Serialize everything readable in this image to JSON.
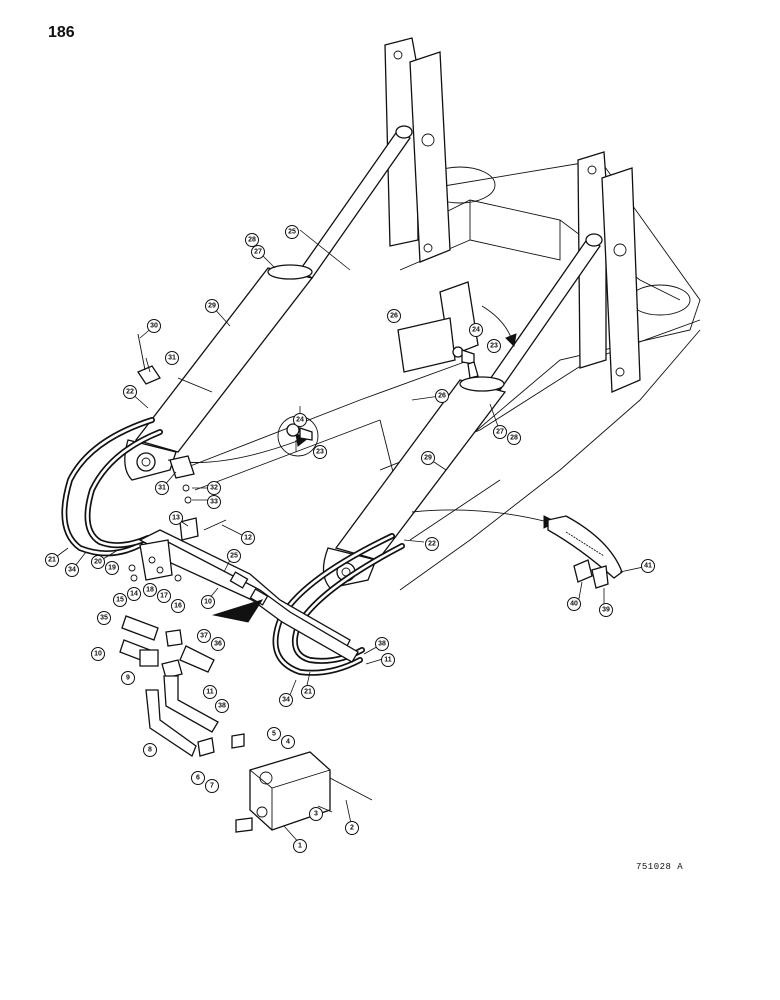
{
  "page": {
    "number": "186",
    "figure_id": "751028 A"
  },
  "callouts": [
    {
      "id": "c1",
      "label": "1"
    },
    {
      "id": "c2",
      "label": "2"
    },
    {
      "id": "c3",
      "label": "3"
    },
    {
      "id": "c4",
      "label": "4"
    },
    {
      "id": "c5",
      "label": "5"
    },
    {
      "id": "c6",
      "label": "6"
    },
    {
      "id": "c7",
      "label": "7"
    },
    {
      "id": "c8",
      "label": "8"
    },
    {
      "id": "c9",
      "label": "9"
    },
    {
      "id": "c10a",
      "label": "10"
    },
    {
      "id": "c10b",
      "label": "10"
    },
    {
      "id": "c11a",
      "label": "11"
    },
    {
      "id": "c11b",
      "label": "11"
    },
    {
      "id": "c12",
      "label": "12"
    },
    {
      "id": "c13",
      "label": "13"
    },
    {
      "id": "c14",
      "label": "14"
    },
    {
      "id": "c15",
      "label": "15"
    },
    {
      "id": "c16",
      "label": "16"
    },
    {
      "id": "c17",
      "label": "17"
    },
    {
      "id": "c18",
      "label": "18"
    },
    {
      "id": "c19",
      "label": "19"
    },
    {
      "id": "c20",
      "label": "20"
    },
    {
      "id": "c21a",
      "label": "21"
    },
    {
      "id": "c21b",
      "label": "21"
    },
    {
      "id": "c22a",
      "label": "22"
    },
    {
      "id": "c22b",
      "label": "22"
    },
    {
      "id": "c23a",
      "label": "23"
    },
    {
      "id": "c23b",
      "label": "23"
    },
    {
      "id": "c24a",
      "label": "24"
    },
    {
      "id": "c24b",
      "label": "24"
    },
    {
      "id": "c25a",
      "label": "25"
    },
    {
      "id": "c25b",
      "label": "25"
    },
    {
      "id": "c26a",
      "label": "26"
    },
    {
      "id": "c26b",
      "label": "26"
    },
    {
      "id": "c27a",
      "label": "27"
    },
    {
      "id": "c27b",
      "label": "27"
    },
    {
      "id": "c28a",
      "label": "28"
    },
    {
      "id": "c28b",
      "label": "28"
    },
    {
      "id": "c29a",
      "label": "29"
    },
    {
      "id": "c29b",
      "label": "29"
    },
    {
      "id": "c30",
      "label": "30"
    },
    {
      "id": "c31a",
      "label": "31"
    },
    {
      "id": "c31b",
      "label": "31"
    },
    {
      "id": "c32",
      "label": "32"
    },
    {
      "id": "c33",
      "label": "33"
    },
    {
      "id": "c34a",
      "label": "34"
    },
    {
      "id": "c34b",
      "label": "34"
    },
    {
      "id": "c35",
      "label": "35"
    },
    {
      "id": "c36",
      "label": "36"
    },
    {
      "id": "c37",
      "label": "37"
    },
    {
      "id": "c38a",
      "label": "38"
    },
    {
      "id": "c38b",
      "label": "38"
    },
    {
      "id": "c39",
      "label": "39"
    },
    {
      "id": "c40",
      "label": "40"
    },
    {
      "id": "c41",
      "label": "41"
    }
  ]
}
